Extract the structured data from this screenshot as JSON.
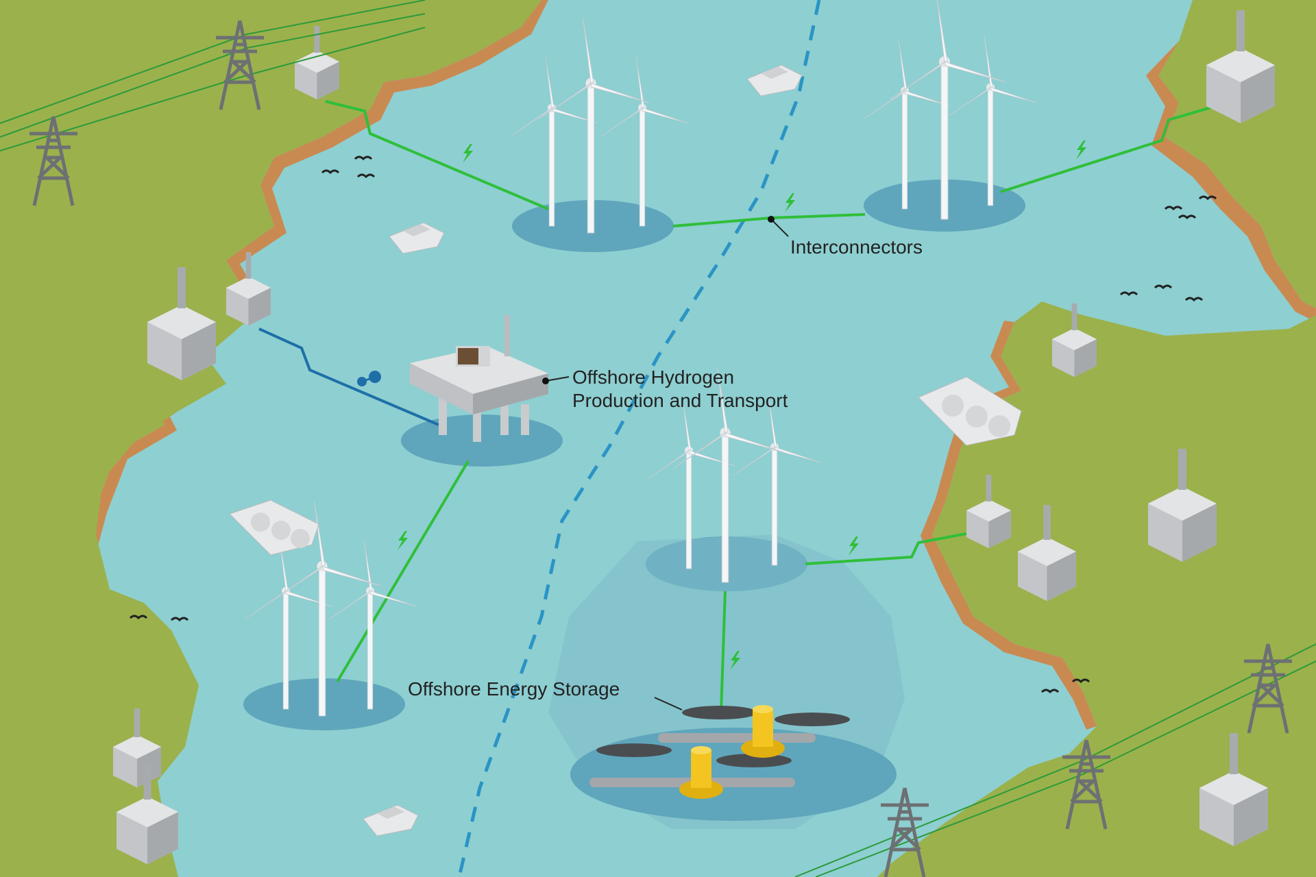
{
  "labels": {
    "interconnectors": "Interconnectors",
    "hydrogen_line1": "Offshore Hydrogen",
    "hydrogen_line2": "Production and Transport",
    "storage": "Offshore Energy Storage"
  },
  "colors": {
    "sea": "#8ecfd1",
    "sea_shadow": "#5fa6bc",
    "land": "#9bb14c",
    "cliff": "#c98a52",
    "power_cable": "#2fbf3a",
    "hydrogen_pipe": "#1e6fa8",
    "border_line": "#2a94c4",
    "turbine": "#f4f6f7",
    "building": "#c9cbcd",
    "storage_float": "#f4c520"
  },
  "icons": {
    "power": "lightning-bolt-icon",
    "hydrogen": "hydrogen-molecule-icon",
    "bird": "bird-icon"
  }
}
